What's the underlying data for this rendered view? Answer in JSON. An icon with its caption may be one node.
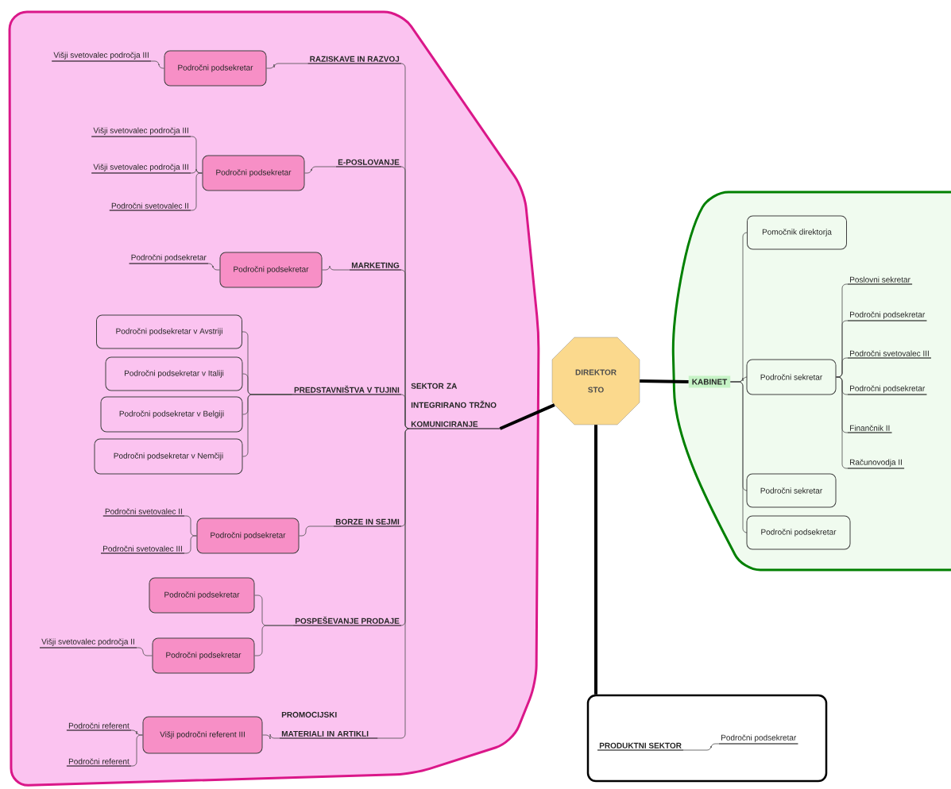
{
  "diagram": {
    "nodes": [
      {
        "text": [
          "DIREKTOR STO"
        ]
      },
      {
        "text": [],
        "shape": "box"
      },
      {
        "text": [
          "SEKTOR ZA INTEGRIRANO TRŽNO KOMUNICIRANJE"
        ],
        "in": 1
      },
      {
        "text": [
          "RAZISKAVE IN RAZVOJ"
        ],
        "in": 1
      },
      {
        "text": [
          "Področni podsekretar"
        ],
        "in": 1
      },
      {
        "text": [
          "Višji svetovalec področja III"
        ],
        "in": 1
      },
      {
        "text": [
          "E-POSLOVANJE"
        ],
        "in": 1
      },
      {
        "text": [
          "Področni podsekretar"
        ],
        "in": 1
      },
      {
        "text": [
          "Višji svetovalec področja III"
        ],
        "in": 1
      },
      {
        "text": [
          "Višji svetovalec področja III"
        ],
        "in": 1
      },
      {
        "text": [
          "Področni svetovalec II"
        ],
        "in": 1
      },
      {
        "text": [
          "MARKETING"
        ],
        "in": 1
      },
      {
        "text": [
          "Področni podsekretar"
        ],
        "in": 1
      },
      {
        "text": [
          "Področni podsekretar"
        ],
        "in": 1
      },
      {
        "text": [
          "PREDSTAVNIŠTVA V TUJINI"
        ],
        "in": 1
      },
      {
        "text": [
          "Področni podsekretar v Avstriji"
        ],
        "in": 1
      },
      {
        "text": [
          "Področni podsekretar v Italiji"
        ],
        "in": 1
      },
      {
        "text": [
          "Področni podsekretar v Belgiji"
        ],
        "in": 1
      },
      {
        "text": [
          "Področni podsekretar v Nemčiji"
        ],
        "in": 1
      },
      {
        "text": [
          "BORZE IN SEJMI"
        ],
        "in": 1
      },
      {
        "text": [
          "Področni podsekretar"
        ],
        "in": 1
      },
      {
        "text": [
          "Področni svetovalec II"
        ],
        "in": 1
      },
      {
        "text": [
          "Področni svetovalec III"
        ],
        "in": 1
      },
      {
        "text": [
          "POSPEŠEVANJE PRODAJE"
        ],
        "in": 1
      },
      {
        "text": [
          "Področni podsekretar"
        ],
        "in": 1
      },
      {
        "text": [
          "Področni podsekretar"
        ],
        "in": 1
      },
      {
        "text": [
          "Višji svetovalec področja II"
        ],
        "in": 1
      },
      {
        "text": [
          "PROMOCIJSKI MATERIALI IN ARTIKLI"
        ],
        "in": 1
      },
      {
        "text": [
          "Višji področni referent III"
        ],
        "in": 1
      },
      {
        "text": [
          "Področni referent"
        ],
        "in": 1
      },
      {
        "text": [
          "Področni referent"
        ],
        "in": 1
      },
      {
        "text": [],
        "shape": "box"
      },
      {
        "text": [
          "KABINET"
        ],
        "in": 31
      },
      {
        "text": [
          "Pomočnik direktorja"
        ],
        "in": 31
      },
      {
        "text": [
          "Področni sekretar"
        ],
        "in": 31
      },
      {
        "text": [
          "Poslovni sekretar"
        ],
        "in": 31
      },
      {
        "text": [
          "Področni podsekretar"
        ],
        "in": 31
      },
      {
        "text": [
          "Področni svetovalec III"
        ],
        "in": 31
      },
      {
        "text": [
          "Področni podsekretar"
        ],
        "in": 31
      },
      {
        "text": [
          "Finančnik II"
        ],
        "in": 31
      },
      {
        "text": [
          "Računovodja II"
        ],
        "in": 31
      },
      {
        "text": [
          "Področni sekretar"
        ],
        "in": 31
      },
      {
        "text": [
          "Področni podsekretar"
        ],
        "in": 31
      },
      {
        "text": [],
        "shape": "box"
      },
      {
        "text": [
          "PRODUKTNI SEKTOR"
        ],
        "in": 43
      },
      {
        "text": [
          "Področni podsekretar"
        ],
        "in": 43
      }
    ],
    "edges": [
      {
        "from": 0,
        "to": 2,
        "arrow": "none",
        "style": "thick"
      },
      {
        "from": 0,
        "to": 32,
        "arrow": "none",
        "style": "thick"
      },
      {
        "from": 0,
        "to": 43,
        "arrow": "none",
        "style": "thick"
      },
      {
        "from": 2,
        "to": 3,
        "arrow": "none"
      },
      {
        "from": 2,
        "to": 6,
        "arrow": "none"
      },
      {
        "from": 2,
        "to": 11,
        "arrow": "none"
      },
      {
        "from": 2,
        "to": 14,
        "arrow": "none"
      },
      {
        "from": 2,
        "to": 19,
        "arrow": "none"
      },
      {
        "from": 2,
        "to": 23,
        "arrow": "none"
      },
      {
        "from": 2,
        "to": 27,
        "arrow": "none"
      },
      {
        "from": 3,
        "to": 4,
        "arrow": "none"
      },
      {
        "from": 4,
        "to": 5,
        "arrow": "none"
      },
      {
        "from": 6,
        "to": 7,
        "arrow": "none"
      },
      {
        "from": 7,
        "to": 8,
        "arrow": "none"
      },
      {
        "from": 7,
        "to": 9,
        "arrow": "none"
      },
      {
        "from": 7,
        "to": 10,
        "arrow": "none"
      },
      {
        "from": 11,
        "to": 12,
        "arrow": "none"
      },
      {
        "from": 12,
        "to": 13,
        "arrow": "none"
      },
      {
        "from": 14,
        "to": 15,
        "arrow": "none"
      },
      {
        "from": 14,
        "to": 16,
        "arrow": "none"
      },
      {
        "from": 14,
        "to": 17,
        "arrow": "none"
      },
      {
        "from": 14,
        "to": 18,
        "arrow": "none"
      },
      {
        "from": 19,
        "to": 20,
        "arrow": "none"
      },
      {
        "from": 20,
        "to": 21,
        "arrow": "none"
      },
      {
        "from": 20,
        "to": 22,
        "arrow": "none"
      },
      {
        "from": 23,
        "to": 24,
        "arrow": "none"
      },
      {
        "from": 23,
        "to": 25,
        "arrow": "none"
      },
      {
        "from": 25,
        "to": 26,
        "arrow": "none"
      },
      {
        "from": 27,
        "to": 28,
        "arrow": "none"
      },
      {
        "from": 28,
        "to": 29,
        "arrow": "none"
      },
      {
        "from": 28,
        "to": 30,
        "arrow": "none"
      },
      {
        "from": 32,
        "to": 33,
        "arrow": "none"
      },
      {
        "from": 32,
        "to": 34,
        "arrow": "none"
      },
      {
        "from": 32,
        "to": 41,
        "arrow": "none"
      },
      {
        "from": 32,
        "to": 42,
        "arrow": "none"
      },
      {
        "from": 34,
        "to": 35,
        "arrow": "none"
      },
      {
        "from": 34,
        "to": 36,
        "arrow": "none"
      },
      {
        "from": 34,
        "to": 37,
        "arrow": "none"
      },
      {
        "from": 34,
        "to": 38,
        "arrow": "none"
      },
      {
        "from": 34,
        "to": 39,
        "arrow": "none"
      },
      {
        "from": 34,
        "to": 40,
        "arrow": "none"
      },
      {
        "from": 44,
        "to": 45,
        "arrow": "none"
      }
    ]
  }
}
